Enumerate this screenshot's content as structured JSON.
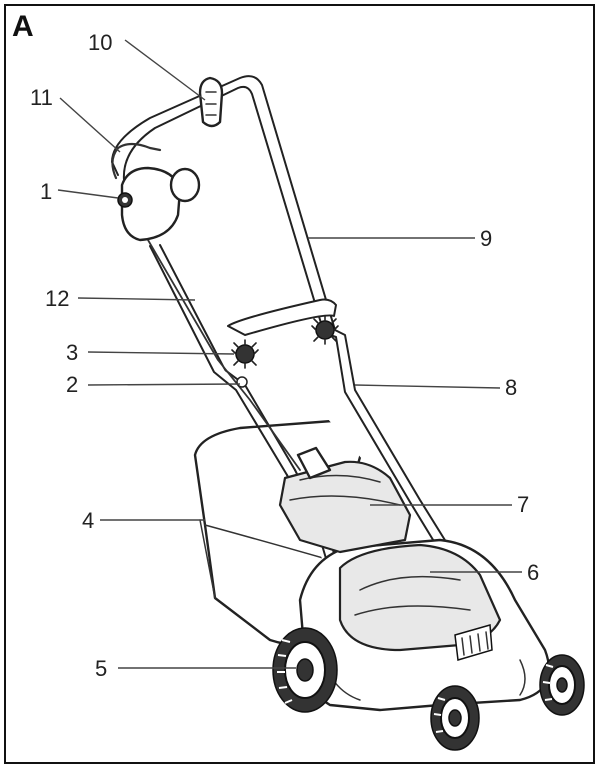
{
  "figure": {
    "panel_label": "A",
    "callouts": [
      {
        "id": "1",
        "text": "1"
      },
      {
        "id": "2",
        "text": "2"
      },
      {
        "id": "3",
        "text": "3"
      },
      {
        "id": "4",
        "text": "4"
      },
      {
        "id": "5",
        "text": "5"
      },
      {
        "id": "6",
        "text": "6"
      },
      {
        "id": "7",
        "text": "7"
      },
      {
        "id": "8",
        "text": "8"
      },
      {
        "id": "9",
        "text": "9"
      },
      {
        "id": "10",
        "text": "10"
      },
      {
        "id": "11",
        "text": "11"
      },
      {
        "id": "12",
        "text": "12"
      }
    ]
  }
}
